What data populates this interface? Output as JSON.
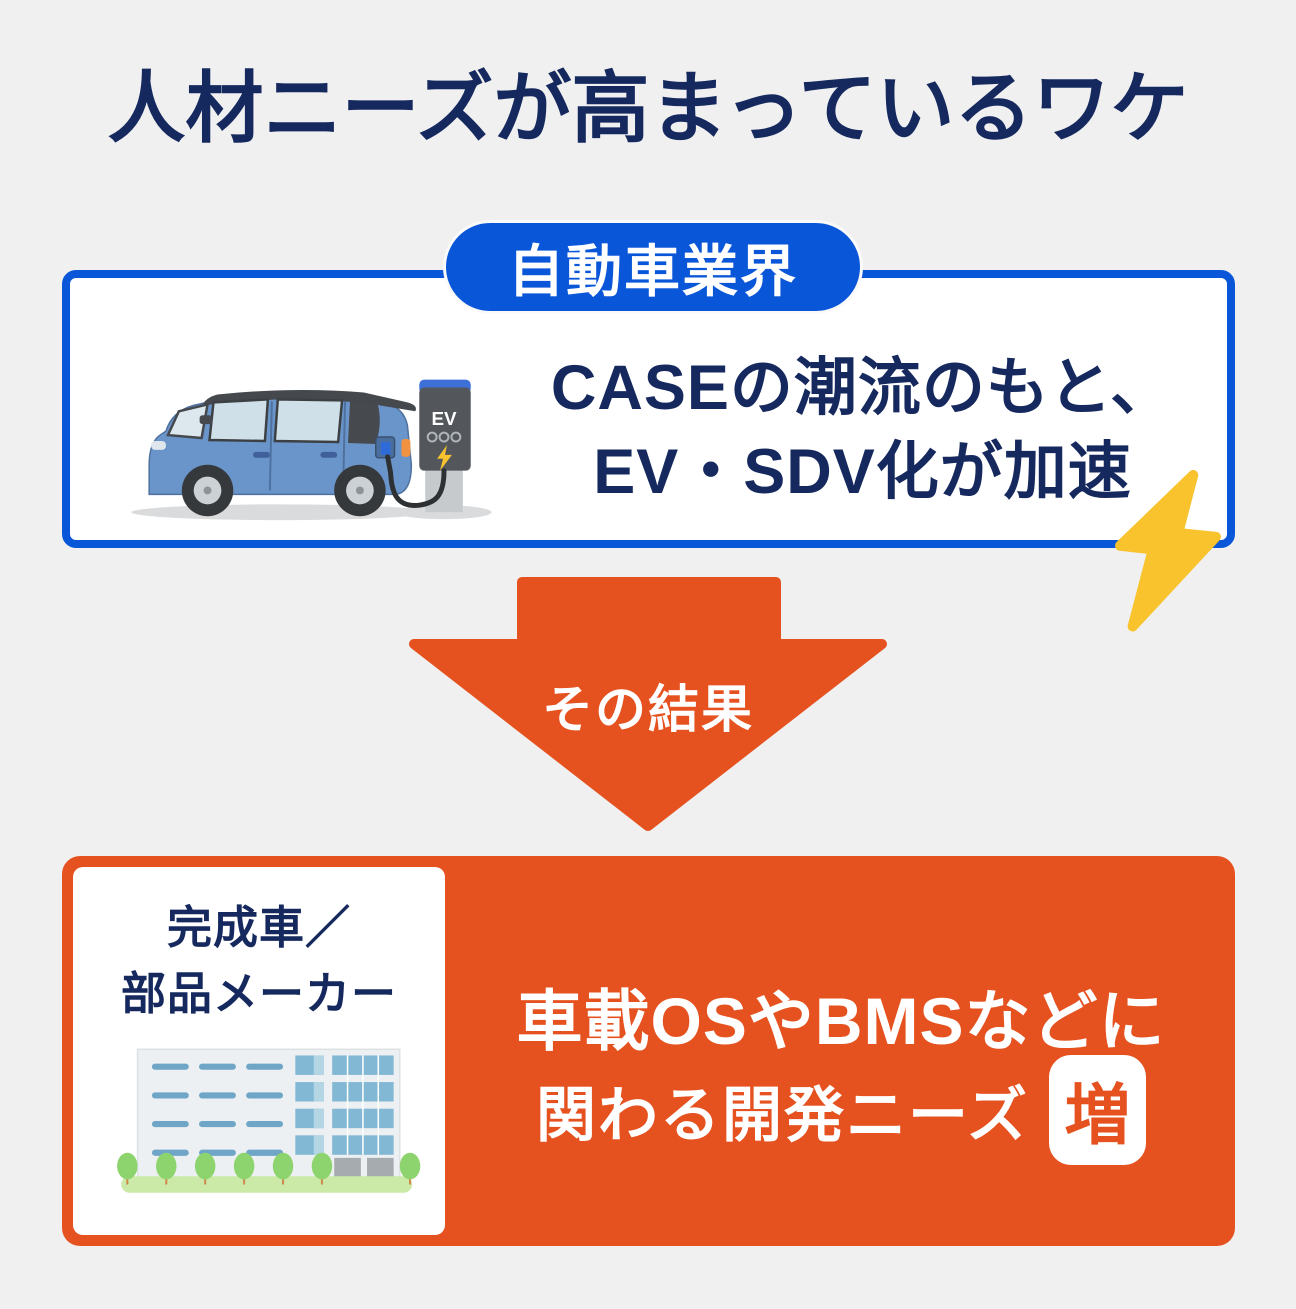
{
  "colors": {
    "background": "#f0f0f1",
    "navy": "#16295e",
    "blue": "#0a56d8",
    "orange": "#e5511f",
    "yellow": "#f9c32d"
  },
  "title": "人材ニーズが高まっているワケ",
  "industry": {
    "badge": "自動車業界",
    "heading_line1": "CASEの潮流のもと、",
    "heading_line2": "EV・SDV化が加速",
    "station_label": "EV"
  },
  "arrow": {
    "label": "その結果"
  },
  "result": {
    "maker_line1": "完成車／",
    "maker_line2": "部品メーカー",
    "heading_line1": "車載OSやBMSなどに",
    "heading_line2": "関わる開発ニーズ",
    "increase_badge": "増"
  }
}
